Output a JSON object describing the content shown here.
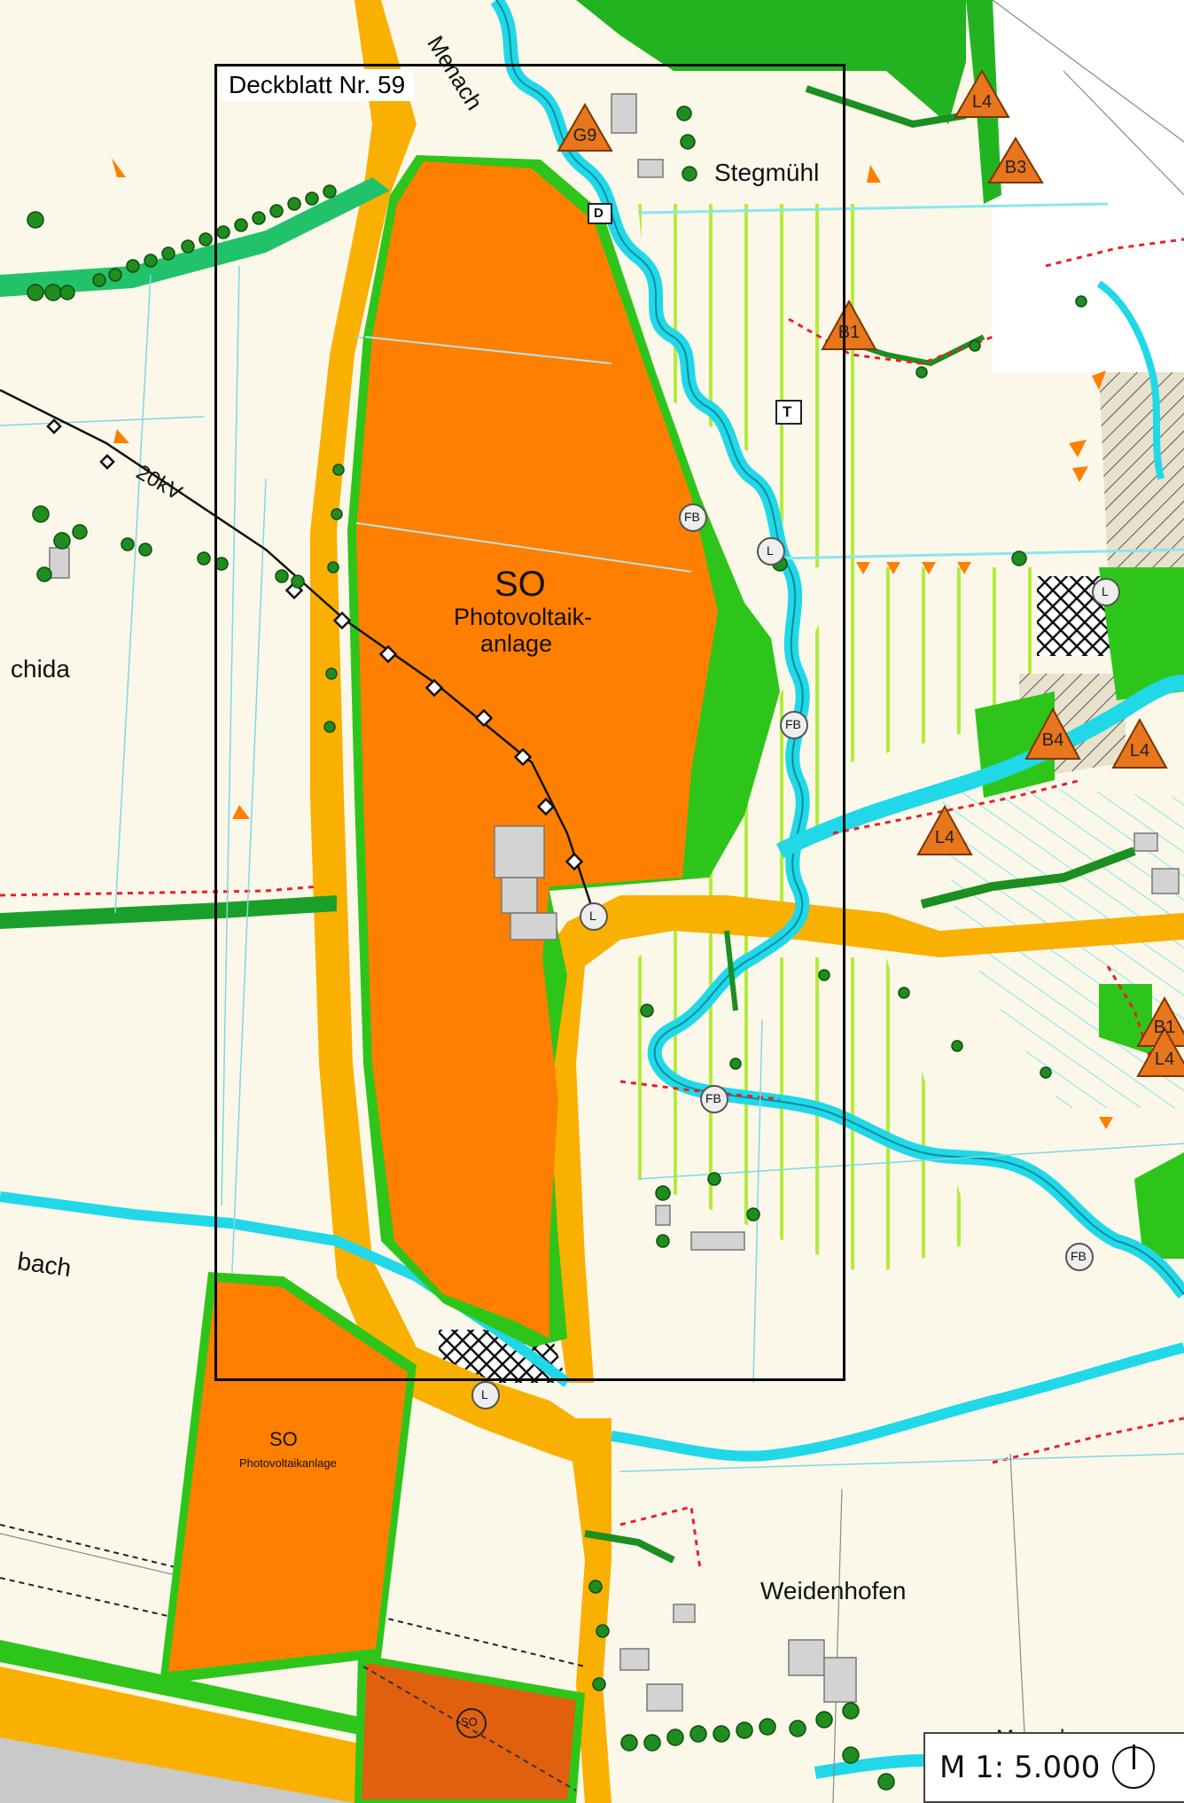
{
  "frame": {
    "title": "Deckblatt Nr. 59"
  },
  "areas": {
    "main_label_1": "SO",
    "main_label_2": "Photovoltaik-",
    "main_label_3": "anlage",
    "south_label_1": "SO",
    "south_label_2": "Photovoltaikanlage",
    "small_so": "SO"
  },
  "places": {
    "stegmuehl": "Stegmühl",
    "weidenhofen": "Weidenhofen",
    "menach_top": "Menach",
    "menach_bottom": "Menach",
    "hida": "chida",
    "bach": "bach"
  },
  "lines": {
    "power": "20kV"
  },
  "symbols": {
    "triangles": [
      "G9",
      "L4",
      "B3",
      "B1",
      "B4",
      "L4",
      "L4",
      "B1",
      "L4"
    ],
    "badges": [
      "FB",
      "FB",
      "FB",
      "FB",
      "L",
      "L",
      "L",
      "L"
    ],
    "squares": [
      "D",
      "T"
    ]
  },
  "scale": {
    "text": "M 1: 5.000"
  },
  "colors": {
    "background": "#fbf8ea",
    "solar_area": "#ff7f00",
    "solar_dark": "#e06010",
    "green_belt": "#2ec51a",
    "light_green": "#9ee63b",
    "road": "#f9b000",
    "water": "#20d8e8",
    "red_dash": "#e8202a"
  }
}
